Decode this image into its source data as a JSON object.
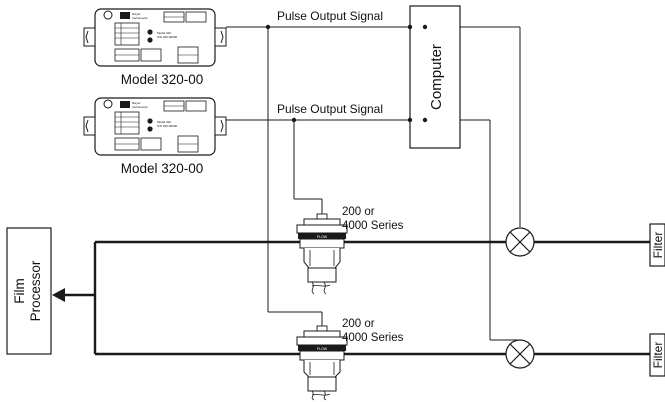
{
  "devices": [
    {
      "label": "Model 320-00",
      "brand_line1": "Dwyer",
      "brand_line2": "Instruments",
      "model_line1": "Model 320",
      "model_line2": "S/N 320-00000"
    },
    {
      "label": "Model 320-00",
      "brand_line1": "Dwyer",
      "brand_line2": "Instruments",
      "model_line1": "Model 320",
      "model_line2": "S/N 320-00000"
    }
  ],
  "signals": [
    {
      "label": "Pulse Output Signal"
    },
    {
      "label": "Pulse Output Signal"
    }
  ],
  "computer": {
    "label": "Computer"
  },
  "meters": [
    {
      "label_line1": "200 or",
      "label_line2": "4000 Series",
      "band_text": "FLOW"
    },
    {
      "label_line1": "200 or",
      "label_line2": "4000 Series",
      "band_text": "FLOW"
    }
  ],
  "processor": {
    "label_line1": "Film",
    "label_line2": "Processor"
  },
  "filters": [
    {
      "label": "Filter"
    },
    {
      "label": "Filter"
    }
  ],
  "colors": {
    "line": "#1a1a1a",
    "device_fill": "#ffffff"
  }
}
